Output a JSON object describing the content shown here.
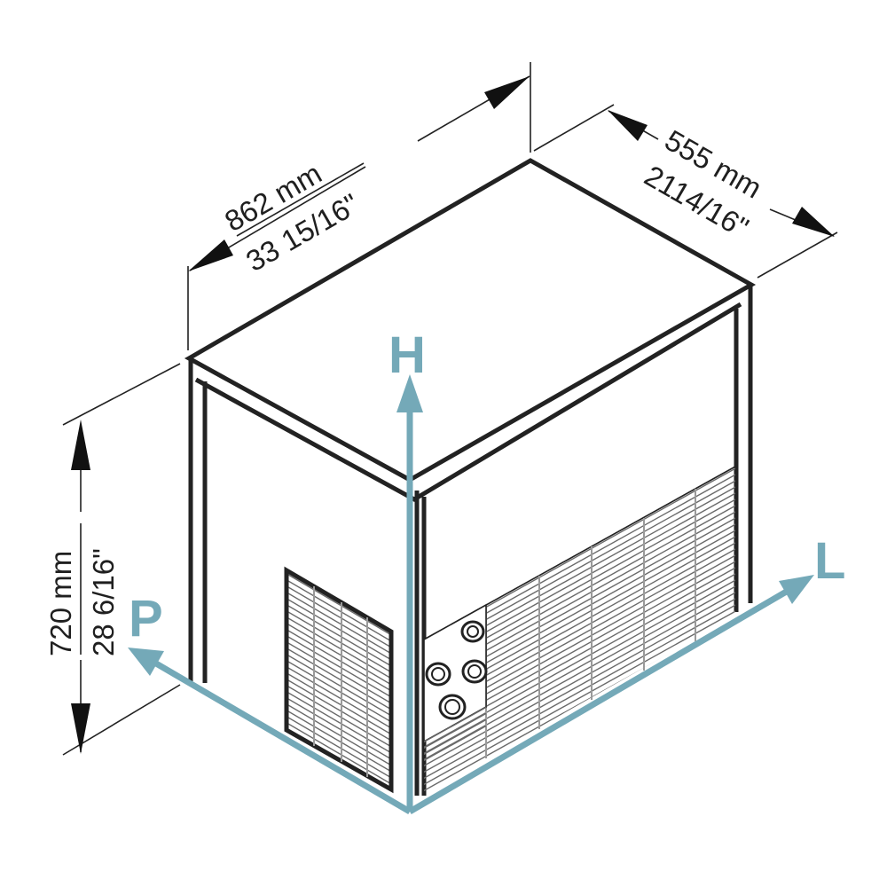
{
  "dimensions": {
    "width_mm": "862 mm",
    "width_in": "33 15/16\"",
    "depth_mm": "555 mm",
    "depth_in": "2114/16\"",
    "height_mm": "720  mm",
    "height_in": "28 6/16\""
  },
  "axes": {
    "height": "H",
    "length": "L",
    "depth": "P"
  },
  "colors": {
    "axis": "#74a9b8",
    "outline": "#222222"
  }
}
